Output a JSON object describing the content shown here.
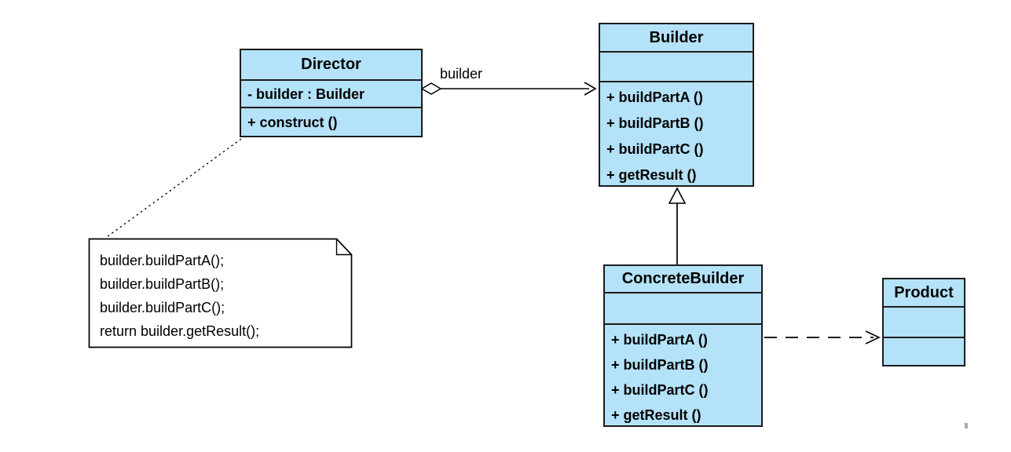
{
  "classes": {
    "director": {
      "name": "Director",
      "attributes": [
        "- builder : Builder"
      ],
      "methods": [
        "+ construct ()"
      ]
    },
    "builder": {
      "name": "Builder",
      "attributes": [],
      "methods": [
        "+ buildPartA ()",
        "+ buildPartB ()",
        "+ buildPartC ()",
        "+ getResult ()"
      ]
    },
    "concrete_builder": {
      "name": "ConcreteBuilder",
      "attributes": [],
      "methods": [
        "+ buildPartA ()",
        "+ buildPartB ()",
        "+ buildPartC ()",
        "+ getResult ()"
      ]
    },
    "product": {
      "name": "Product",
      "attributes": [],
      "methods": []
    }
  },
  "note": {
    "lines": [
      "builder.buildPartA();",
      "builder.buildPartB();",
      "builder.buildPartC();",
      "return builder.getResult();"
    ]
  },
  "relationships": {
    "aggregation": {
      "from": "Director",
      "to": "Builder",
      "type": "aggregation",
      "label": "builder"
    },
    "generalization": {
      "from": "ConcreteBuilder",
      "to": "Builder",
      "type": "generalization"
    },
    "dependency": {
      "from": "ConcreteBuilder",
      "to": "Product",
      "type": "dependency"
    },
    "note_anchor": {
      "from": "Director",
      "to": "note",
      "type": "anchor"
    }
  },
  "colors": {
    "class_fill": "#B4E2F8",
    "class_border": "#1C1C1C",
    "note_fill": "#FFFFFF",
    "line": "#000000",
    "background": "#FFFFFF"
  }
}
